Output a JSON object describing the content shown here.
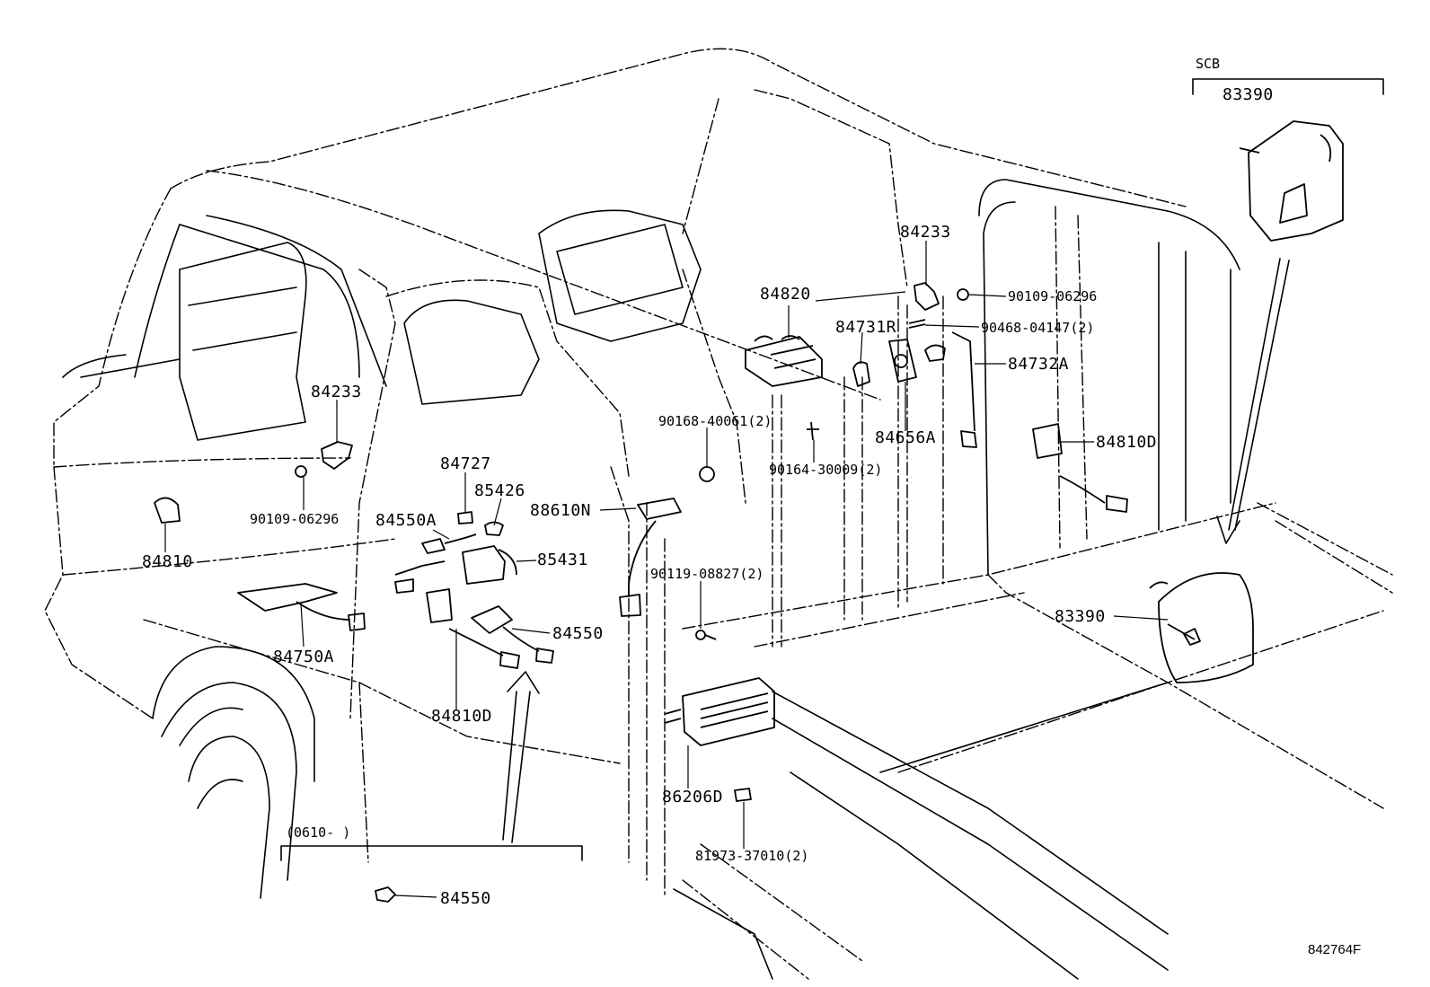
{
  "diagram": {
    "drawing_code": "842764F",
    "inset_scb": {
      "label": "SCB",
      "part": "83390"
    },
    "inset_date": {
      "label": "(0610-   )",
      "part": "84550"
    },
    "callouts": {
      "c_84233_right": "84233",
      "c_84820": "84820",
      "c_84731r": "84731R",
      "c_90109_right": "90109-06296",
      "c_90468": "90468-04147(2)",
      "c_84732a": "84732A",
      "c_84233_left": "84233",
      "c_90168": "90168-40061(2)",
      "c_84656a": "84656A",
      "c_90164": "90164-30009(2)",
      "c_84810d_right": "84810D",
      "c_84727": "84727",
      "c_85426": "85426",
      "c_88610n": "88610N",
      "c_90109_left": "90109-06296",
      "c_84550a": "84550A",
      "c_85431": "85431",
      "c_84810": "84810",
      "c_90119": "90119-08827(2)",
      "c_83390_right": "83390",
      "c_84550": "84550",
      "c_84750a": "84750A",
      "c_84810d_left": "84810D",
      "c_86206d": "86206D",
      "c_81973": "81973-37010(2)"
    }
  }
}
